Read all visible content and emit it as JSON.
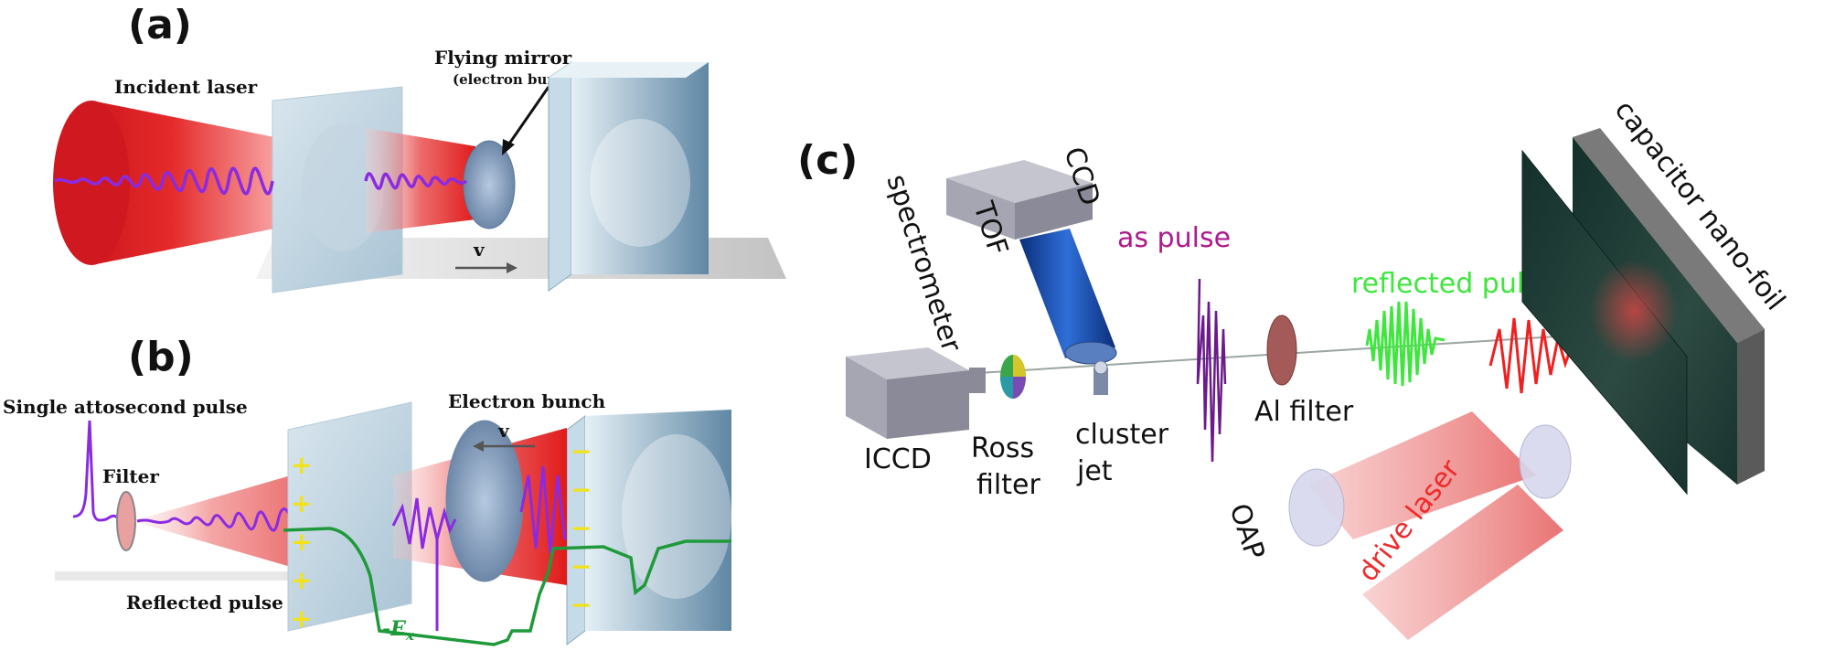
{
  "panels": {
    "a": {
      "letter": "(a)",
      "incident_laser": "Incident laser",
      "flying_mirror": "Flying mirror",
      "flying_mirror_sub": "(electron bunch)",
      "velocity": "v"
    },
    "b": {
      "letter": "(b)",
      "single_pulse": "Single attosecond pulse",
      "filter": "Filter",
      "reflected_pulse": "Reflected pulse",
      "electron_bunch": "Electron bunch",
      "velocity": "v",
      "field_label": "-E",
      "field_sub": "x",
      "plus_sign": "+",
      "minus_sign": "−"
    },
    "c": {
      "letter": "(c)",
      "ccd": "CCD",
      "tof": "TOF",
      "spectrometer": "spectrometer",
      "iccd": "ICCD",
      "ross_filter_1": "Ross",
      "ross_filter_2": "filter",
      "cluster_jet_1": "cluster",
      "cluster_jet_2": "jet",
      "as_pulse": "as pulse",
      "al_filter": "Al filter",
      "reflected_pulse": "reflected pulse",
      "capacitor": "capacitor nano-foil",
      "oap": "OAP",
      "drive_laser": "drive laser"
    }
  },
  "colors": {
    "laser_red": "#e0161b",
    "wave_purple": "#8a2be2",
    "field_green": "#1f9a3a",
    "reflected_green": "#3ee63e",
    "as_pulse_magenta": "#b0198e",
    "plus_yellow": "#f2e21a",
    "drive_laser_red": "#ef2b2b",
    "foil_dark": "#1d3a36"
  }
}
